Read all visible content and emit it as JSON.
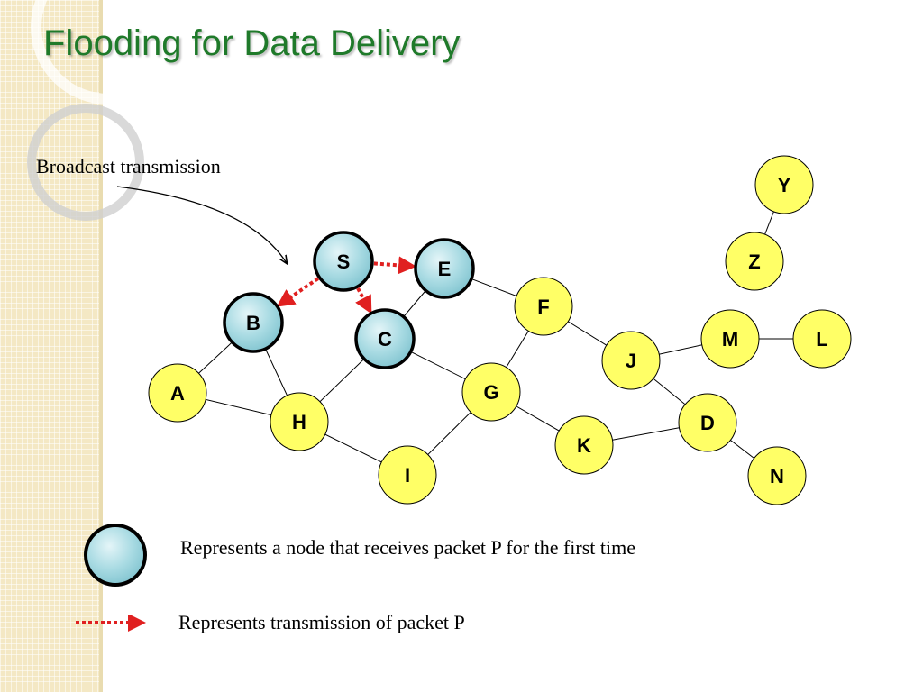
{
  "slide": {
    "title": "Flooding for Data Delivery",
    "annotation": "Broadcast transmission",
    "legend": {
      "node_text": "Represents a node that receives packet P for the first time",
      "edge_text": "Represents transmission of packet P"
    }
  },
  "graph": {
    "nodes": [
      {
        "id": "S",
        "received": true
      },
      {
        "id": "E",
        "received": true
      },
      {
        "id": "B",
        "received": true
      },
      {
        "id": "C",
        "received": true
      },
      {
        "id": "A",
        "received": false
      },
      {
        "id": "H",
        "received": false
      },
      {
        "id": "I",
        "received": false
      },
      {
        "id": "G",
        "received": false
      },
      {
        "id": "F",
        "received": false
      },
      {
        "id": "K",
        "received": false
      },
      {
        "id": "J",
        "received": false
      },
      {
        "id": "M",
        "received": false
      },
      {
        "id": "L",
        "received": false
      },
      {
        "id": "D",
        "received": false
      },
      {
        "id": "N",
        "received": false
      },
      {
        "id": "Z",
        "received": false
      },
      {
        "id": "Y",
        "received": false
      }
    ],
    "edges": [
      [
        "Y",
        "Z"
      ],
      [
        "E",
        "F"
      ],
      [
        "E",
        "C"
      ],
      [
        "F",
        "G"
      ],
      [
        "F",
        "J"
      ],
      [
        "B",
        "A"
      ],
      [
        "B",
        "H"
      ],
      [
        "A",
        "H"
      ],
      [
        "C",
        "H"
      ],
      [
        "C",
        "G"
      ],
      [
        "H",
        "I"
      ],
      [
        "I",
        "G"
      ],
      [
        "G",
        "K"
      ],
      [
        "K",
        "D"
      ],
      [
        "J",
        "M"
      ],
      [
        "J",
        "D"
      ],
      [
        "M",
        "L"
      ],
      [
        "D",
        "N"
      ]
    ],
    "transmissions": [
      [
        "S",
        "E"
      ],
      [
        "S",
        "B"
      ],
      [
        "S",
        "C"
      ]
    ]
  },
  "colors": {
    "title": "#1f7a2a",
    "node_fill": "#ffff66",
    "received_fill": "#a9dbe3",
    "edge": "#000000",
    "transmission": "#e02020"
  }
}
